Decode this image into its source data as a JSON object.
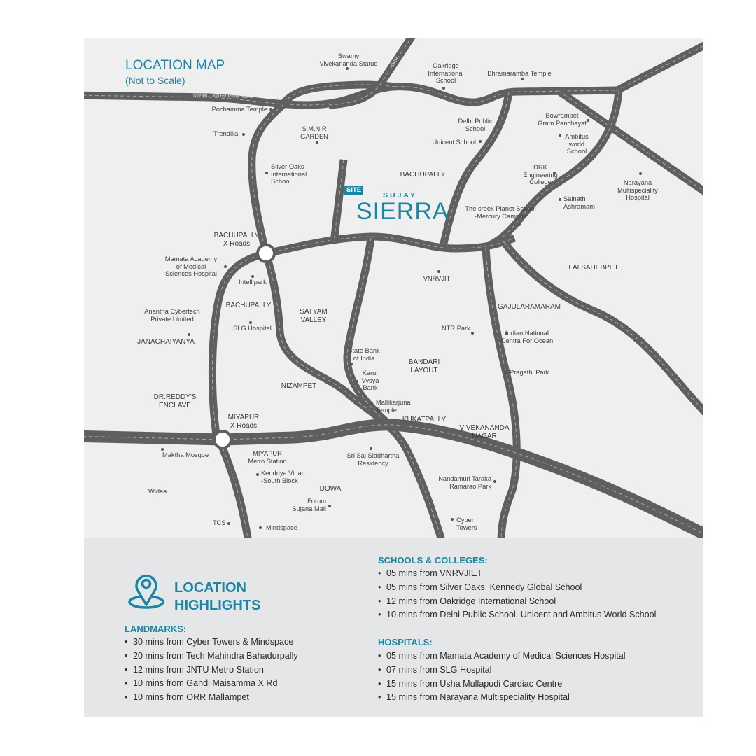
{
  "colors": {
    "accent": "#1a86a3",
    "road": "#5e5f61",
    "map_bg": "#efefef",
    "panel_bg": "#e5e6e7"
  },
  "map": {
    "title": "LOCATION MAP",
    "subtitle": "(Not to Scale)",
    "road_names": {
      "outer_ring": "NEHRU OUTER RING ROAD",
      "orr": "ORR"
    },
    "site": {
      "tag": "SITE",
      "brand_top": "SUJAY",
      "brand_name": "SIERRA"
    },
    "labels": [
      "Swamy\nVivekananda Statue",
      "Oakridge\nInternational\nSchool",
      "Bhramaramba Temple",
      "Pochamma Temple",
      "Trendilla",
      "S.M.N.R\nGARDEN",
      "Silver Oaks\nInternational\nSchool",
      "BACHUPALLY",
      "Delhi Public\nSchool",
      "Unicent School",
      "Bowrampet\nGram Panchayat",
      "Ambitus\nworld\nSchool",
      "DRK\nEngineering\nCollege",
      "Sainath\nAshramam",
      "Narayana\nMultispeciality\nHospital",
      "The creek Planet School\n-Mercury Campus",
      "BACHUPALLY\nX Roads",
      "Mamata Academy\nof Medical\nSciences Hospital",
      "Intellipark",
      "BACHUPALLY",
      "SLG Hospital",
      "Anantha Cybertech\nPrivate Limited",
      "JANACHAIYANYA",
      "SATYAM\nVALLEY",
      "VNRVJIT",
      "LALSAHEBPET",
      "GAJULARAMARAM",
      "NTR Park",
      "Indian National\nCentra For Ocean",
      "Pragathi Park",
      "State Bank\nof India",
      "Karur\nVysya\nBank",
      "BANDARI\nLAYOUT",
      "NIZAMPET",
      "Mallikarjuna\nTemple",
      "DR.REDDY'S\nENCLAVE",
      "MIYAPUR\nX Roads",
      "KUKATPALLY",
      "VIVEKANANDA\nNAGAR",
      "Maktha Mosque",
      "MIYAPUR\nMetro Station",
      "Sri Sai Siddhartha\nResidency",
      "Kendriya Vihar\n-South Block",
      "Nandamuri Taraka\nRamarao Park",
      "DOWA",
      "Widea",
      "Forum\nSujana Mall",
      "TCS",
      "Mindspace",
      "Cyber\nTowers"
    ]
  },
  "highlights": {
    "icon": "location-pin-icon",
    "title": "LOCATION\nHIGHLIGHTS",
    "landmarks": {
      "heading": "LANDMARKS:",
      "items": [
        "30 mins from Cyber Towers & Mindspace",
        "20 mins from Tech Mahindra Bahadurpally",
        "12 mins from JNTU Metro Station",
        "10 mins from Gandi Maisamma X Rd",
        "10 mins from ORR Mallampet"
      ]
    },
    "schools": {
      "heading": "SCHOOLS & COLLEGES:",
      "items": [
        "05 mins from VNRVJIET",
        "05 mins from Silver Oaks, Kennedy Global School",
        "12 mins from Oakridge International School",
        "10 mins from Delhi Public School, Unicent and Ambitus World School"
      ]
    },
    "hospitals": {
      "heading": "HOSPITALS:",
      "items": [
        "05 mins from Mamata Academy of Medical Sciences Hospital",
        "07 mins from SLG Hospital",
        "15 mins from Usha Mullapudi Cardiac Centre",
        "15 mins from Narayana Multispeciality Hospital"
      ]
    }
  }
}
